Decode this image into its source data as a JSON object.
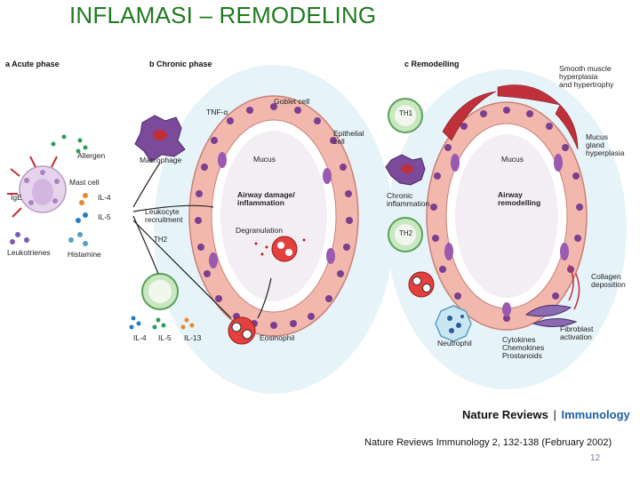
{
  "title": "INFLAMASI – REMODELING",
  "panels": {
    "a": "a  Acute phase",
    "b": "b  Chronic phase",
    "c": "c  Remodelling"
  },
  "labels": {
    "allergen": "Allergen",
    "ige": "IgE",
    "mast_cell": "Mast cell",
    "il4": "IL-4",
    "il5": "IL-5",
    "leukotrienes": "Leukotrienes",
    "histamine": "Histamine",
    "tnf": "TNF-α",
    "macrophage": "Macrophage",
    "leukocyte": "Leukocyte\nrecruitment",
    "th2": "TH2",
    "th2_il4": "IL-4",
    "th2_il5": "IL-5",
    "th2_il13": "IL-13",
    "eosinophil": "Eosinophil",
    "goblet": "Goblet cell",
    "epithelial": "Epithelial\ncell",
    "mucus_b": "Mucus",
    "airway_damage": "Airway damage/\ninflammation",
    "degranulation": "Degranulation",
    "th1": "TH1",
    "chronic_infl": "Chronic\ninflammation",
    "th2_c": "TH2",
    "mucus_c": "Mucus",
    "airway_remodel": "Airway\nremodelling",
    "smooth_muscle": "Smooth muscle\nhyperplasia\nand hypertrophy",
    "mucous_gland": "Mucus\ngland\nhyperplasia",
    "collagen": "Collagen\ndeposition",
    "fibroblast": "Fibroblast\nactivation",
    "cytokines": "Cytokines\nChemokines\nProstanoids",
    "neutrophil": "Neutrophil"
  },
  "footer": {
    "journal_a": "Nature Reviews",
    "journal_sep": "|",
    "journal_b": "Immunology",
    "citation": "Nature Reviews Immunology 2, 132-138 (February 2002)",
    "page_number": "12"
  },
  "colors": {
    "title": "#1f7a1f",
    "lumen_bg": "#dff0f6",
    "epithelium": "#f2b8ad",
    "nucleus": "#7b3f8f",
    "smooth_muscle": "#c0303a",
    "immunology_blue": "#1a5fa8"
  }
}
